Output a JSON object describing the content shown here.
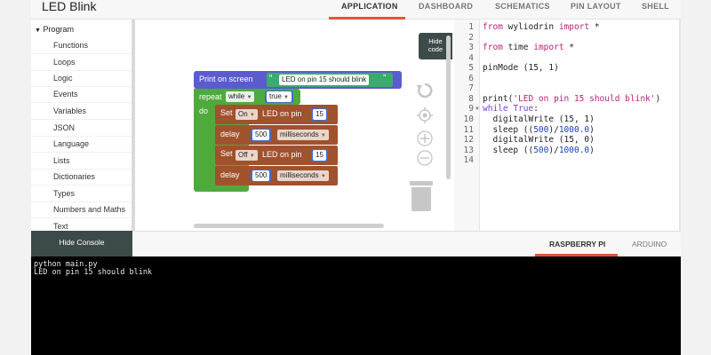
{
  "app": {
    "title": "LED Blink"
  },
  "nav": {
    "tabs": [
      {
        "label": "APPLICATION"
      },
      {
        "label": "DASHBOARD"
      },
      {
        "label": "SCHEMATICS"
      },
      {
        "label": "PIN LAYOUT"
      },
      {
        "label": "SHELL"
      }
    ],
    "active": "APPLICATION"
  },
  "toolbox": {
    "root": "Program",
    "items": [
      "Functions",
      "Loops",
      "Logic",
      "Events",
      "Variables",
      "JSON",
      "Language",
      "Lists",
      "Dictionaries",
      "Types",
      "Numbers and Maths",
      "Text"
    ]
  },
  "workspace": {
    "hide_code_label_1": "Hide",
    "hide_code_label_2": "code",
    "print": {
      "label": "Print on screen",
      "text": "LED on pin 15 should blink",
      "open_quote": "“",
      "close_quote": "”"
    },
    "repeat": {
      "label": "repeat",
      "mode": "while",
      "condition": "true"
    },
    "do_label": "do",
    "blocks": [
      {
        "label": "Set",
        "state": "On",
        "suffix": "LED on pin",
        "pin": "15"
      },
      {
        "label": "delay",
        "value": "500",
        "unit": "milliseconds"
      },
      {
        "label": "Set",
        "state": "Off",
        "suffix": "LED on pin",
        "pin": "15"
      },
      {
        "label": "delay",
        "value": "500",
        "unit": "milliseconds"
      }
    ]
  },
  "code": {
    "line_numbers": [
      "1",
      "2",
      "3",
      "4",
      "5",
      "6",
      "7",
      "8",
      "9",
      "10",
      "11",
      "12",
      "13",
      "14"
    ]
  },
  "console": {
    "hide_label": "Hide Console",
    "tabs": [
      {
        "label": "RASPBERRY PI"
      },
      {
        "label": "ARDUINO"
      }
    ],
    "active": "RASPBERRY PI",
    "output": [
      "python main.py",
      "LED on pin 15 should blink"
    ]
  },
  "colors": {
    "accent": "#e0553a",
    "print_block": "#5b5bd0",
    "loop_block": "#4faa3c",
    "led_block": "#a0522d",
    "dark_panel": "#3d4a4a"
  }
}
